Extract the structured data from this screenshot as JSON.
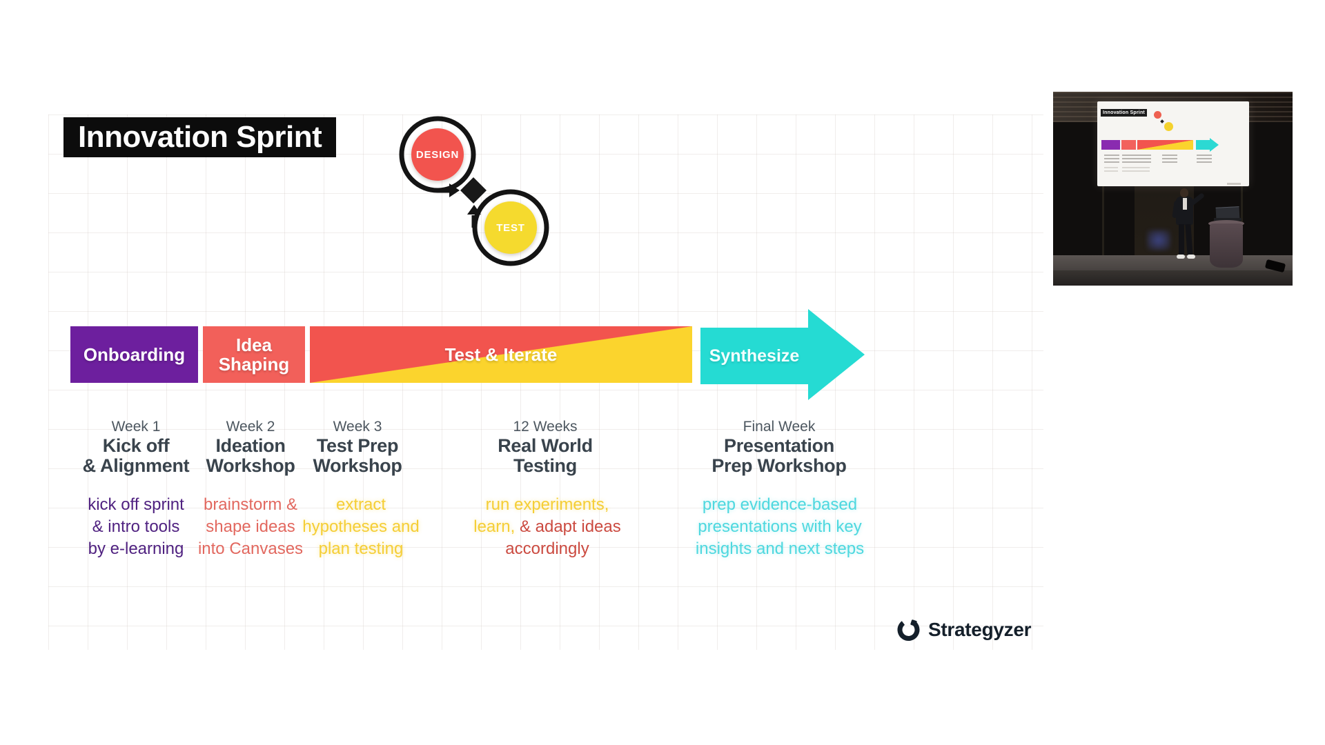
{
  "slide": {
    "title": "Innovation Sprint",
    "loop": {
      "design": "DESIGN",
      "test": "TEST"
    },
    "timeline": {
      "onboarding": "Onboarding",
      "idea_l1": "Idea",
      "idea_l2": "Shaping",
      "test_iterate": "Test & Iterate",
      "synthesize": "Synthesize"
    },
    "phases": [
      {
        "duration": "Week 1",
        "name1": "Kick off",
        "name2": "& Alignment",
        "desc1": "kick off sprint",
        "desc2": "& intro tools",
        "desc3": "by e-learning"
      },
      {
        "duration": "Week 2",
        "name1": "Ideation",
        "name2": "Workshop",
        "desc1": "brainstorm &",
        "desc2": "shape ideas",
        "desc3": "into Canvases"
      },
      {
        "duration": "Week 3",
        "name1": "Test Prep",
        "name2": "Workshop",
        "desc1": "extract",
        "desc2": "hypotheses and",
        "desc3": "plan testing"
      },
      {
        "duration": "12 Weeks",
        "name1": "Real World",
        "name2": "Testing",
        "desc1": "run experiments,",
        "desc2a": "learn,",
        "desc2b": " & adapt ideas",
        "desc3": "accordingly"
      },
      {
        "duration": "Final Week",
        "name1": "Presentation",
        "name2": "Prep Workshop",
        "desc1": "prep evidence-based",
        "desc2": "presentations with key",
        "desc3": "insights and next steps"
      }
    ],
    "brand": "Strategyzer"
  },
  "inset": {
    "mini_title": "Innovation Sprint"
  },
  "colors": {
    "purple": "#6D1F9E",
    "coral": "#F2605A",
    "red": "#F2544E",
    "yellow": "#FBD42D",
    "cyan": "#25DBD3",
    "design_red": "#F2544E",
    "test_yellow": "#F5DA2E",
    "label_dark": "#39434C",
    "duration_gray": "#4C565F",
    "desc_purple": "#4F2180",
    "desc_coral": "#E2685F",
    "desc_yellow": "#F5CE36",
    "desc_red": "#CB4A40",
    "desc_cyan": "#4ED8DF",
    "title_bg": "#0C0C0C",
    "brand_dark": "#141F2A"
  }
}
